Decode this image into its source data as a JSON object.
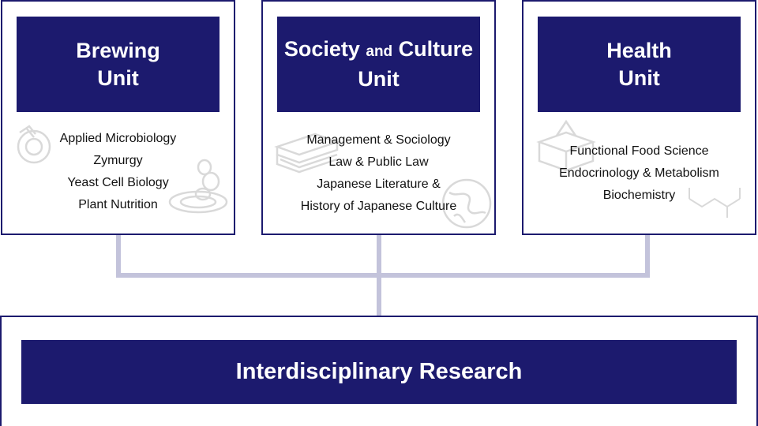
{
  "units": [
    {
      "title_line1": "Brewing",
      "title_line2": "Unit",
      "topics": [
        "Applied Microbiology",
        "Zymurgy",
        "Yeast Cell Biology",
        "Plant Nutrition"
      ],
      "decoration_icons": [
        "flask-icon",
        "cell-icon"
      ]
    },
    {
      "title_line1_a": "Society",
      "title_line1_b": "and",
      "title_line1_c": "Culture",
      "title_line2": "Unit",
      "topics": [
        "Management & Sociology",
        "Law & Public Law",
        "Japanese Literature &",
        "History of Japanese Culture"
      ],
      "decoration_icons": [
        "books-icon",
        "globe-icon"
      ]
    },
    {
      "title_line1": "Health",
      "title_line2": "Unit",
      "topics": [
        "Functional Food Science",
        "Endocrinology & Metabolism",
        "Biochemistry"
      ],
      "decoration_icons": [
        "food-box-icon",
        "molecule-icon"
      ]
    }
  ],
  "research": {
    "label": "Interdisciplinary Research"
  },
  "colors": {
    "navy": "#1c1a6e",
    "connector": "#c3c3db",
    "decoration": "#d9d9d9",
    "text": "#111111"
  }
}
